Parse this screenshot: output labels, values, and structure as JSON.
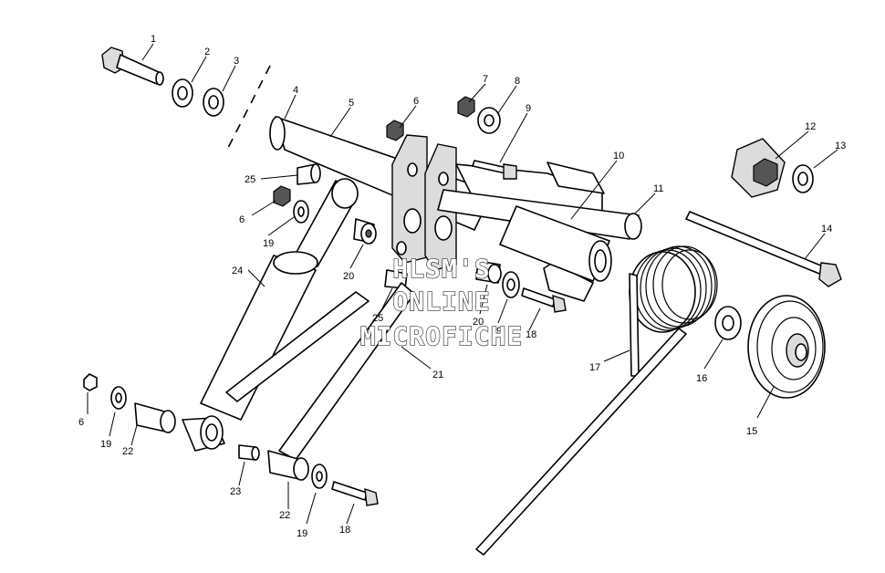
{
  "callouts": {
    "c1": "1",
    "c2": "2",
    "c3": "3",
    "c4": "4",
    "c5": "5",
    "c6a": "6",
    "c6b": "6",
    "c6c": "6",
    "c7": "7",
    "c8": "8",
    "c9": "9",
    "c10": "10",
    "c11": "11",
    "c12": "12",
    "c13": "13",
    "c14": "14",
    "c15": "15",
    "c16": "16",
    "c17": "17",
    "c18a": "18",
    "c18b": "18",
    "c19a": "19",
    "c19b": "19",
    "c19c": "19",
    "c19d": "19",
    "c20a": "20",
    "c20b": "20",
    "c21": "21",
    "c22a": "22",
    "c22b": "22",
    "c23": "23",
    "c24": "24",
    "c25a": "25",
    "c25b": "25"
  },
  "watermark": {
    "line1": "HLSM'S",
    "line2": "ONLINE",
    "line3": "MICROFICHE"
  }
}
